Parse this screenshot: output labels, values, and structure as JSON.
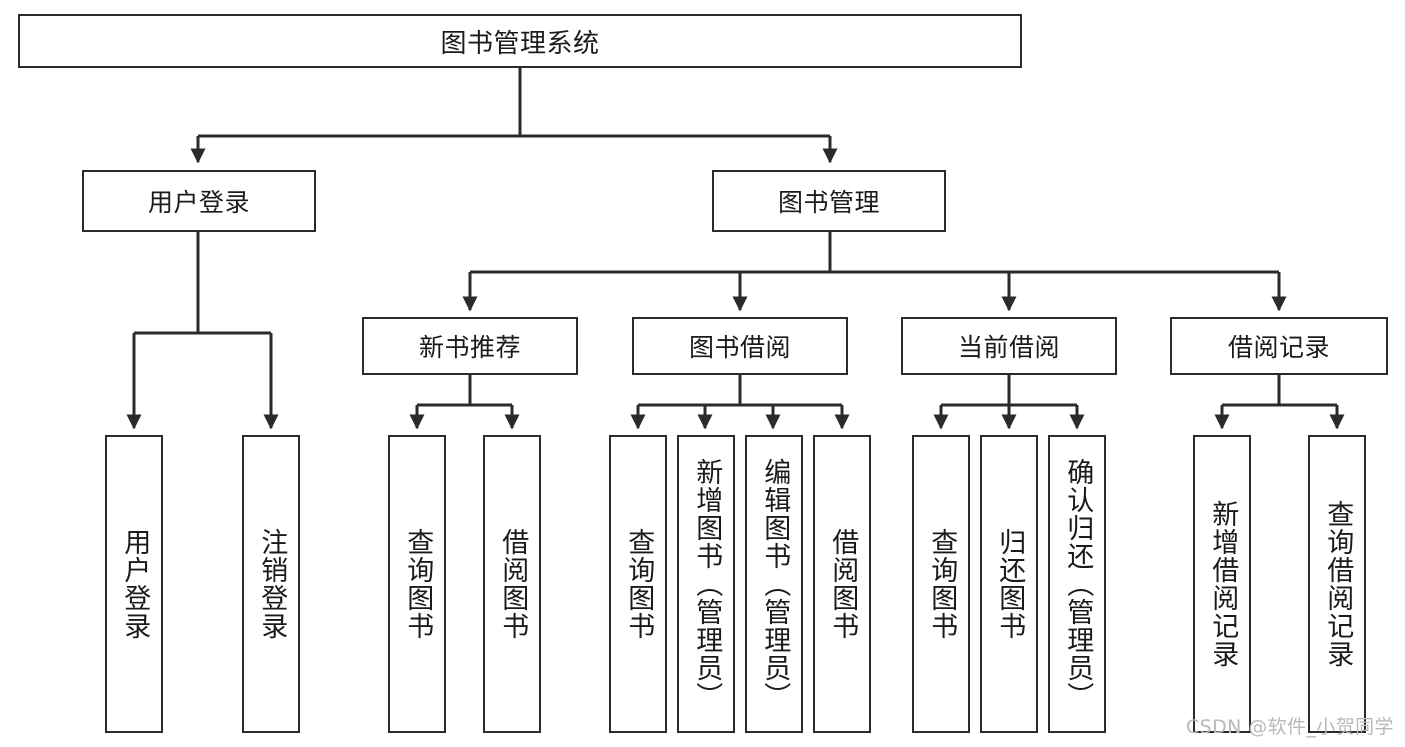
{
  "diagram": {
    "title": "图书管理系统",
    "type": "tree-hierarchy",
    "watermark": "CSDN @软件_小贺同学",
    "colors": {
      "stroke": "#2b2b2b",
      "fill": "#ffffff",
      "text": "#1b1b1b",
      "watermark": "#b9b9b9"
    }
  },
  "nodes": {
    "root": {
      "label": "图书管理系统"
    },
    "level2": [
      {
        "id": "user-login",
        "label": "用户登录"
      },
      {
        "id": "book-manage",
        "label": "图书管理"
      }
    ],
    "level3": [
      {
        "id": "new-book-recommend",
        "label": "新书推荐"
      },
      {
        "id": "book-borrow",
        "label": "图书借阅"
      },
      {
        "id": "current-borrow",
        "label": "当前借阅"
      },
      {
        "id": "borrow-record",
        "label": "借阅记录"
      }
    ],
    "leaves": {
      "user-login": [
        {
          "id": "leaf-user-login",
          "label": "用户登录"
        },
        {
          "id": "leaf-logout",
          "label": "注销登录"
        }
      ],
      "new-book-recommend": [
        {
          "id": "leaf-query-book-1",
          "label": "查询图书"
        },
        {
          "id": "leaf-borrow-book-1",
          "label": "借阅图书"
        }
      ],
      "book-borrow": [
        {
          "id": "leaf-query-book-2",
          "label": "查询图书"
        },
        {
          "id": "leaf-add-book",
          "label": "新增图书（管理员）"
        },
        {
          "id": "leaf-edit-book",
          "label": "编辑图书（管理员）"
        },
        {
          "id": "leaf-borrow-book-2",
          "label": "借阅图书"
        }
      ],
      "current-borrow": [
        {
          "id": "leaf-query-book-3",
          "label": "查询图书"
        },
        {
          "id": "leaf-return-book",
          "label": "归还图书"
        },
        {
          "id": "leaf-confirm-return",
          "label": "确认归还（管理员）"
        }
      ],
      "borrow-record": [
        {
          "id": "leaf-add-record",
          "label": "新增借阅记录"
        },
        {
          "id": "leaf-query-record",
          "label": "查询借阅记录"
        }
      ]
    }
  }
}
